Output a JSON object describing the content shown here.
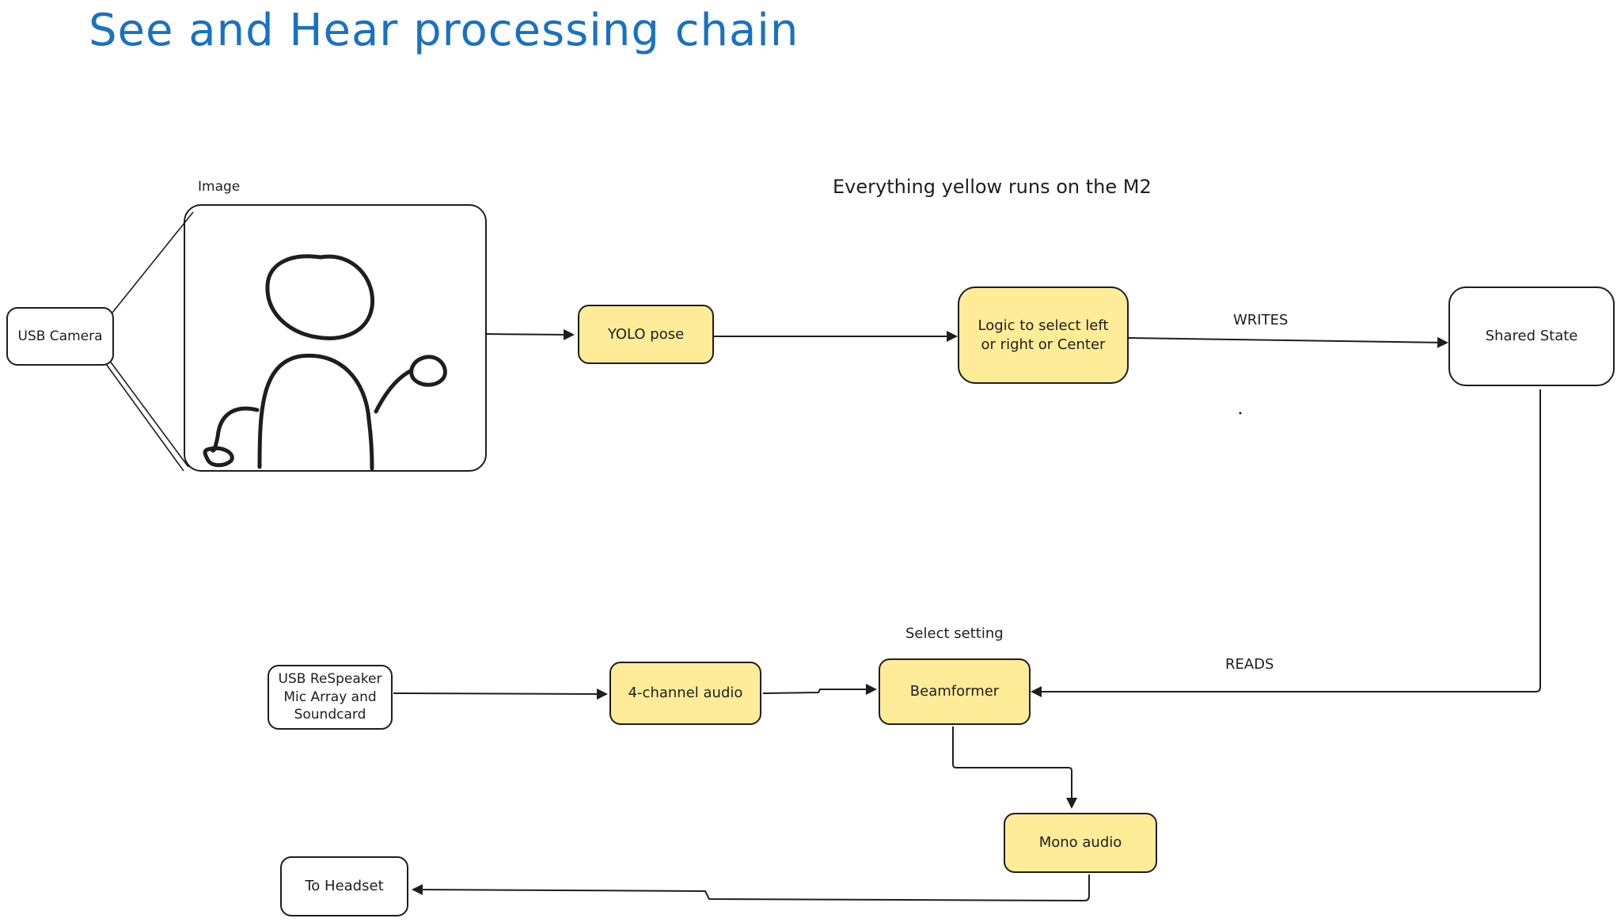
{
  "title": "See and Hear processing chain",
  "note": "Everything yellow runs on the M2",
  "image_label": "Image",
  "nodes": {
    "usb_camera": "USB Camera",
    "yolo_pose": "YOLO pose",
    "logic_line1": "Logic to select left",
    "logic_line2": "or right or Center",
    "shared_state": "Shared State",
    "respeaker_line1": "USB ReSpeaker",
    "respeaker_line2": "Mic Array and",
    "respeaker_line3": "Soundcard",
    "four_channel": "4-channel audio",
    "beamformer": "Beamformer",
    "mono_audio": "Mono audio",
    "to_headset": "To Headset"
  },
  "edge_labels": {
    "writes": "WRITES",
    "reads": "READS",
    "select_setting": "Select setting"
  },
  "colors": {
    "title": "#1971c2",
    "yellow_fill": "#ffec99",
    "stroke": "#1e1e1e"
  }
}
